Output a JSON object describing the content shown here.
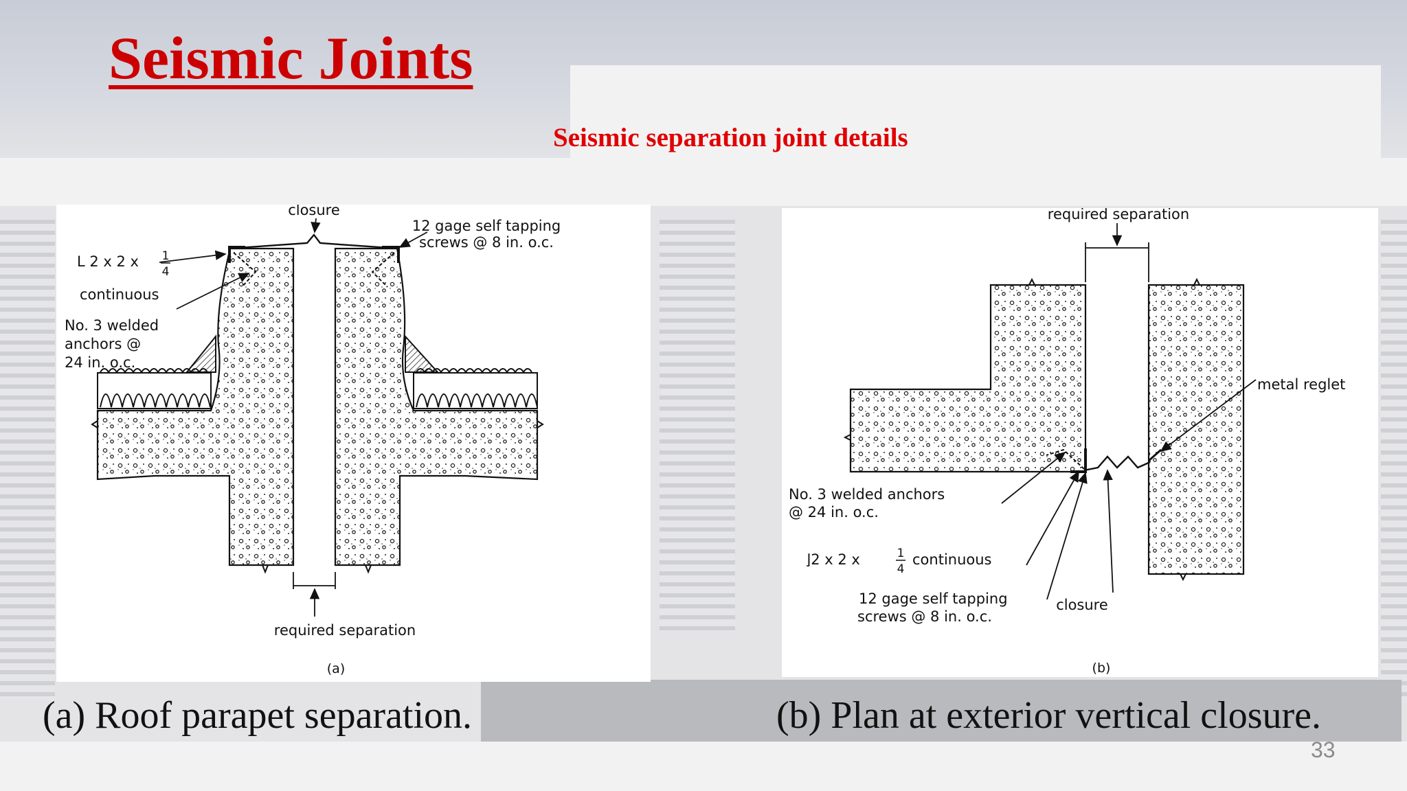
{
  "slide": {
    "title": "Seismic Joints",
    "subtitle": "Seismic separation joint details",
    "page_number": "33"
  },
  "figure_a": {
    "caption": "(a) Roof parapet separation.",
    "panel_label": "(a)",
    "labels": {
      "closure": "closure",
      "screws_1": "12 gage self tapping",
      "screws_2": "screws @ 8 in. o.c.",
      "angle_1": "L 2 x 2 x",
      "angle_2": "continuous",
      "anchors_1": "No. 3 welded",
      "anchors_2": "anchors @",
      "anchors_3": "24 in. o.c.",
      "separation": "required separation"
    }
  },
  "figure_b": {
    "caption": "(b) Plan at exterior vertical closure.",
    "panel_label": "(b)",
    "labels": {
      "separation": "required separation",
      "reglet": "metal reglet",
      "anchors_1": "No. 3 welded anchors",
      "anchors_2": "@ 24 in. o.c.",
      "angle_1": "⌋2 x 2 x",
      "angle_2": "continuous",
      "screws_1": "12 gage self tapping",
      "screws_2": "screws @ 8 in. o.c.",
      "closure": "closure"
    }
  },
  "fraction": {
    "num": "1",
    "den": "4"
  }
}
